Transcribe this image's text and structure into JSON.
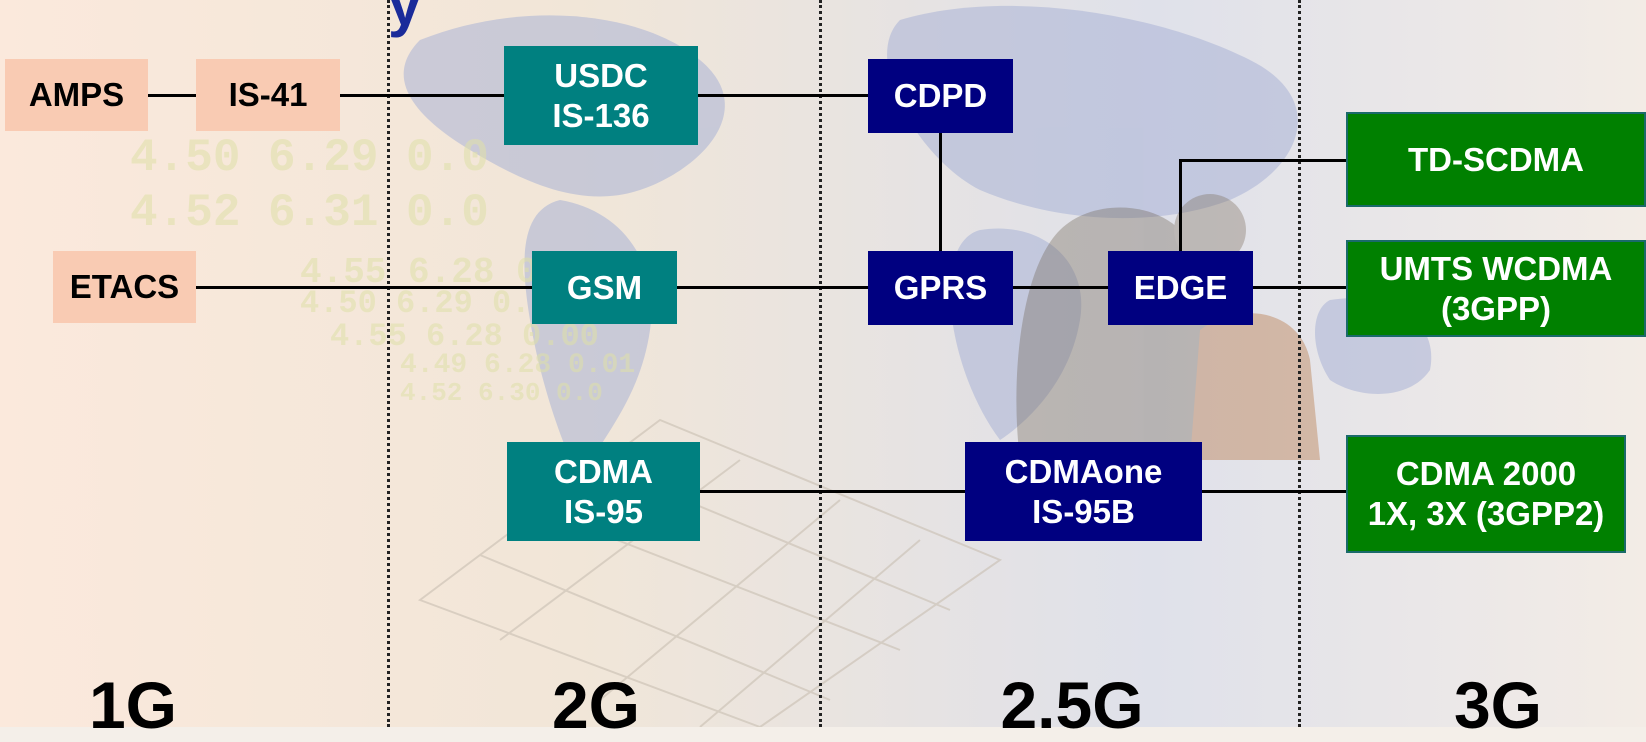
{
  "colors": {
    "gen1": "#f9cbb3",
    "gen2": "#008080",
    "gen25": "#000080",
    "gen3": "#008000"
  },
  "title_fragment": "y",
  "generations": {
    "g1": "1G",
    "g2": "2G",
    "g25": "2.5G",
    "g3": "3G"
  },
  "nodes": {
    "amps": "AMPS",
    "is41": "IS-41",
    "etacs": "ETACS",
    "usdc": "USDC\nIS-136",
    "gsm": "GSM",
    "cdma": "CDMA\nIS-95",
    "cdpd": "CDPD",
    "gprs": "GPRS",
    "edge": "EDGE",
    "cdmaone": "CDMAone\nIS-95B",
    "tdscdma": "TD-SCDMA",
    "umts": "UMTS WCDMA\n(3GPP)",
    "cdma2000": "CDMA 2000\n1X, 3X (3GPP2)"
  },
  "background_numbers": [
    "4.50  6.29  0.0",
    "4.52  6.31  0.0",
    "4.55  6.28  0.00",
    "4.49  6.28  0.01",
    "4.52  6.30  0.0"
  ]
}
